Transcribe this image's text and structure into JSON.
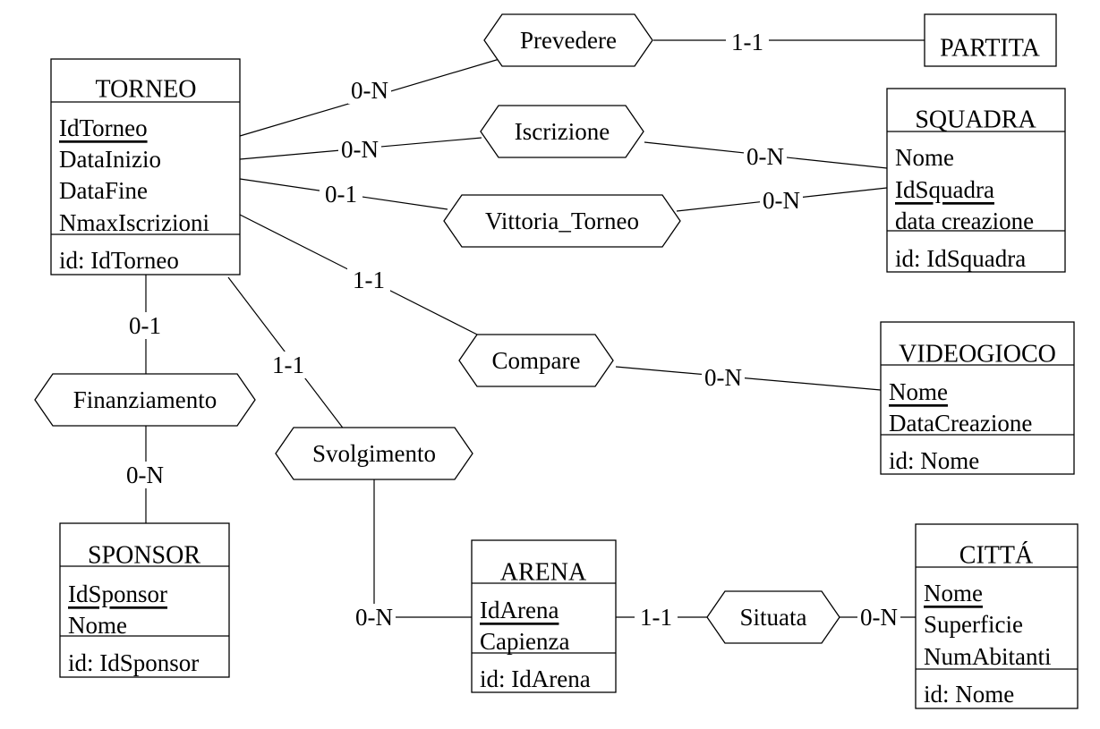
{
  "entities": [
    {
      "key": "torneo",
      "title": "TORNEO",
      "attributes": [
        {
          "text": "IdTorneo",
          "key": true
        },
        {
          "text": "DataInizio"
        },
        {
          "text": "DataFine"
        },
        {
          "text": "NmaxIscrizioni"
        }
      ],
      "identifier": "id: IdTorneo"
    },
    {
      "key": "partita",
      "title": "PARTITA",
      "attributes": [],
      "identifier": ""
    },
    {
      "key": "squadra",
      "title": "SQUADRA",
      "attributes": [
        {
          "text": "Nome"
        },
        {
          "text": "IdSquadra",
          "key": true
        },
        {
          "text": "data creazione"
        }
      ],
      "identifier": "id: IdSquadra"
    },
    {
      "key": "videogioco",
      "title": "VIDEOGIOCO",
      "attributes": [
        {
          "text": "Nome",
          "key": true
        },
        {
          "text": "DataCreazione"
        }
      ],
      "identifier": "id: Nome"
    },
    {
      "key": "sponsor",
      "title": "SPONSOR",
      "attributes": [
        {
          "text": "IdSponsor",
          "key": true
        },
        {
          "text": "Nome"
        }
      ],
      "identifier": "id: IdSponsor"
    },
    {
      "key": "arena",
      "title": "ARENA",
      "attributes": [
        {
          "text": "IdArena",
          "key": true
        },
        {
          "text": "Capienza"
        }
      ],
      "identifier": "id: IdArena"
    },
    {
      "key": "citta",
      "title": "CITTÁ",
      "attributes": [
        {
          "text": "Nome",
          "key": true
        },
        {
          "text": "Superficie"
        },
        {
          "text": "NumAbitanti"
        }
      ],
      "identifier": "id: Nome"
    }
  ],
  "relationships": [
    {
      "key": "prevedere",
      "label": "Prevedere"
    },
    {
      "key": "iscrizione",
      "label": "Iscrizione"
    },
    {
      "key": "vittoria",
      "label": "Vittoria_Torneo"
    },
    {
      "key": "compare",
      "label": "Compare"
    },
    {
      "key": "finanziamento",
      "label": "Finanziamento"
    },
    {
      "key": "svolgimento",
      "label": "Svolgimento"
    },
    {
      "key": "situata",
      "label": "Situata"
    }
  ],
  "cardinalities": [
    {
      "key": "torneo-prevedere",
      "text": "0-N"
    },
    {
      "key": "prevedere-partita",
      "text": "1-1"
    },
    {
      "key": "torneo-iscrizione",
      "text": "0-N"
    },
    {
      "key": "iscrizione-squadra",
      "text": "0-N"
    },
    {
      "key": "torneo-vittoria",
      "text": "0-1"
    },
    {
      "key": "vittoria-squadra",
      "text": "0-N"
    },
    {
      "key": "torneo-compare",
      "text": "1-1"
    },
    {
      "key": "compare-videogioco",
      "text": "0-N"
    },
    {
      "key": "torneo-finanziamento",
      "text": "0-1"
    },
    {
      "key": "finanziamento-sponsor",
      "text": "0-N"
    },
    {
      "key": "torneo-svolgimento",
      "text": "1-1"
    },
    {
      "key": "svolgimento-arena",
      "text": "0-N"
    },
    {
      "key": "arena-situata",
      "text": "1-1"
    },
    {
      "key": "situata-citta",
      "text": "0-N"
    }
  ]
}
